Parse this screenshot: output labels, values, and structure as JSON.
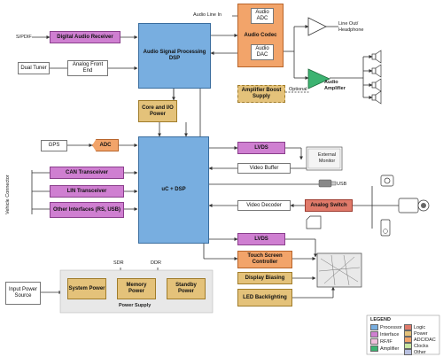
{
  "blocks": {
    "spdif_label": "S/PDIF",
    "digital_audio_receiver": "Digital Audio Receiver",
    "dual_tuner": "Dual Tuner",
    "analog_front_end": "Analog Front End",
    "audio_dsp": "Audio Signal Processing DSP",
    "audio_line_in": "Audio Line In",
    "audio_codec": "Audio Codec",
    "audio_adc": "Audio ADC",
    "audio_dac": "Audio DAC",
    "line_out": "Line Out/ Headphone",
    "audio_amplifier": "Audio Amplifier",
    "optional": "Optional",
    "amp_boost": "Amplifier Boost Supply",
    "core_io_power": "Core and I/O Power",
    "gps": "GPS",
    "adc": "ADC",
    "uc_dsp": "uC + DSP",
    "lvds_top": "LVDS",
    "external_monitor": "External Monitor",
    "video_buffer": "Video Buffer",
    "usb": "USB",
    "can": "CAN Transceiver",
    "lin": "LIN Transceiver",
    "other_ifaces": "Other Interfaces (RS, USB)",
    "vehicle_connector": "Vehicle Connector",
    "video_decoder": "Video Decoder",
    "analog_switch": "Analog Switch",
    "lvds_bottom": "LVDS",
    "touch_screen": "Touch Screen Controller",
    "display_biasing": "Display Biasing",
    "led_backlighting": "LED Backlighting",
    "input_power": "Input Power Source",
    "system_power": "System Power",
    "memory_power": "Memory Power",
    "standby_power": "Standby Power",
    "sdr": "SDR",
    "ddr": "DDR",
    "power_supply": "Power Supply"
  },
  "legend": {
    "title": "LEGEND",
    "items": [
      {
        "label": "Processor",
        "color": "#78aee0"
      },
      {
        "label": "Interface",
        "color": "#cf7fd1"
      },
      {
        "label": "RF/IF",
        "color": "#f0c0dc"
      },
      {
        "label": "Amplifier",
        "color": "#3cb371"
      },
      {
        "label": "Logic",
        "color": "#e07a6a"
      },
      {
        "label": "Power",
        "color": "#e4c27a"
      },
      {
        "label": "ADC/DAC",
        "color": "#f2a46a"
      },
      {
        "label": "Clocks",
        "color": "#c8e6a0"
      },
      {
        "label": "Other",
        "color": "#b8c0e0"
      }
    ]
  },
  "colors": {
    "processor": "#78aee0",
    "interface": "#cf7fd1",
    "logic": "#e07a6a",
    "power": "#e4c27a",
    "adc_dac": "#f2a46a",
    "amplifier": "#3cb371"
  }
}
